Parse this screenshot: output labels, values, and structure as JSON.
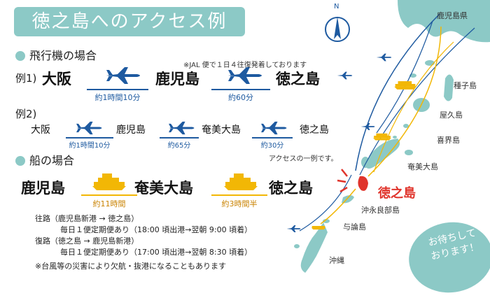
{
  "title": "徳之島へのアクセス例",
  "flight": {
    "heading": "飛行機の場合",
    "note": "※JAL 便で１日４往復発着しております",
    "ex1": {
      "label": "例1)",
      "cities": [
        "大阪",
        "鹿児島",
        "徳之島"
      ],
      "durations": [
        "約1時間10分",
        "約60分"
      ]
    },
    "ex2": {
      "label": "例2)",
      "cities": [
        "大阪",
        "鹿児島",
        "奄美大島",
        "徳之島"
      ],
      "durations": [
        "約1時間10分",
        "約65分",
        "約30分"
      ]
    }
  },
  "ship": {
    "heading": "船の場合",
    "note": "アクセスの一例です。",
    "cities": [
      "鹿児島",
      "奄美大島",
      "徳之島"
    ],
    "durations": [
      "約11時間",
      "約3時間半"
    ],
    "details": [
      "往路（鹿児島新港 → 徳之島）",
      "毎日１便定期便あり（18:00 頃出港→翌朝 9:00 頃着）",
      "復路（徳之島 → 鹿児島新港）",
      "毎日１便定期便あり（17:00 頃出港→翌朝 8:30 頃着）",
      "※台風等の災害により欠航・抜港になることもあります"
    ]
  },
  "map": {
    "compass": "N",
    "labels": {
      "kagoshima": "鹿児島県",
      "tanegashima": "種子島",
      "yakushima": "屋久島",
      "kikaijima": "喜界島",
      "amami": "奄美大島",
      "tokunoshima": "徳之島",
      "okinoerabu": "沖永良部島",
      "yoron": "与論島",
      "okinawa": "沖縄"
    }
  },
  "badge": {
    "line1": "お待ちして",
    "line2": "おります！"
  },
  "colors": {
    "accent": "#8cc9c6",
    "plane": "#1e5aa0",
    "ship": "#f2b705",
    "highlight": "#e0342c"
  }
}
